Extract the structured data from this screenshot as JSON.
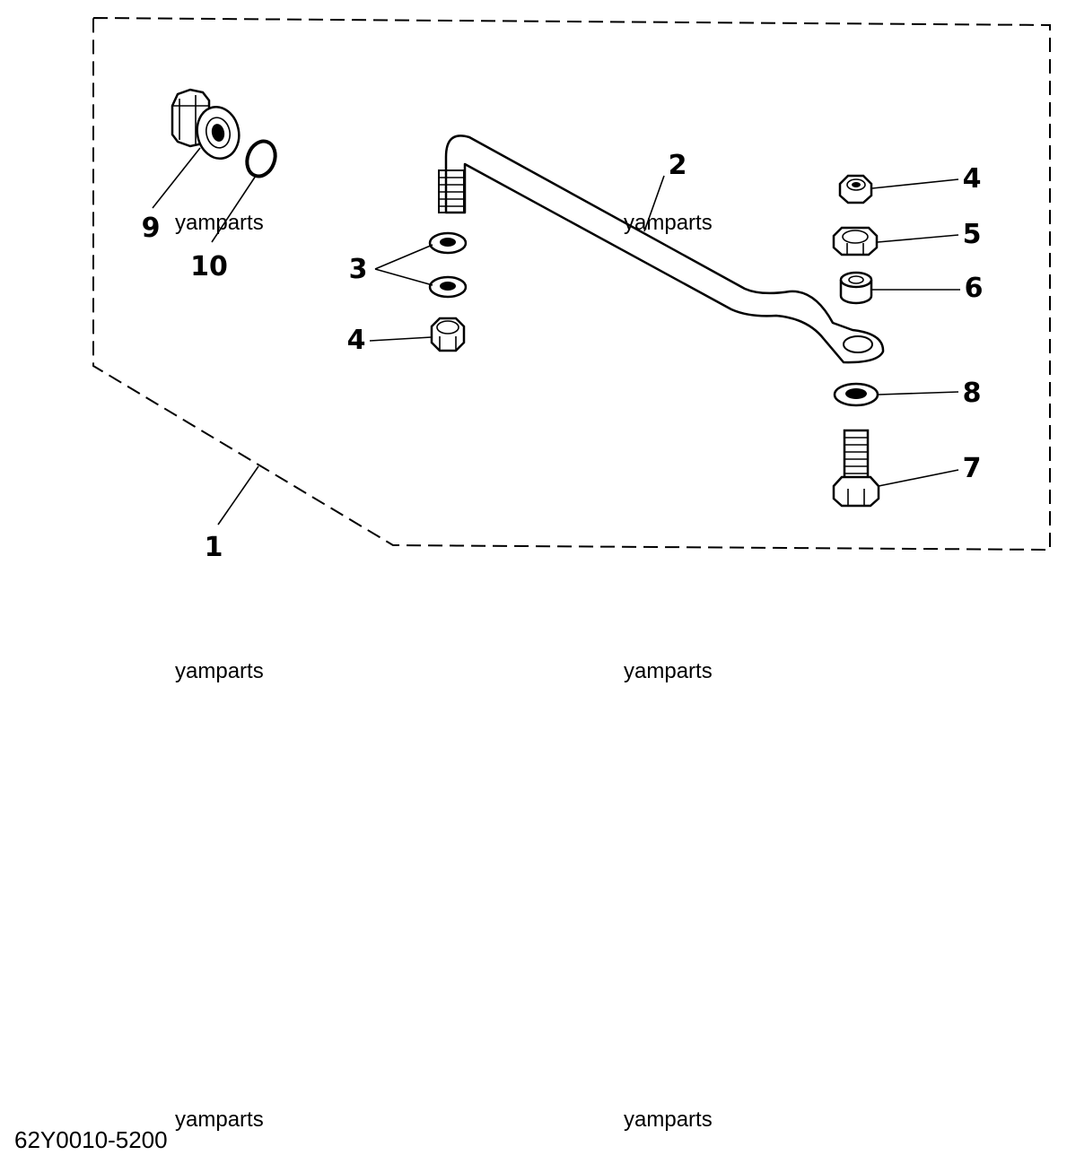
{
  "diagram": {
    "callouts": {
      "c1": "1",
      "c2": "2",
      "c3": "3",
      "c4a": "4",
      "c4b": "4",
      "c5": "5",
      "c6": "6",
      "c7": "7",
      "c8": "8",
      "c9": "9",
      "c10": "10"
    },
    "watermarks": [
      "yamparts",
      "yamparts",
      "yamparts",
      "yamparts",
      "yamparts",
      "yamparts"
    ],
    "part_code": "62Y0010-5200"
  }
}
